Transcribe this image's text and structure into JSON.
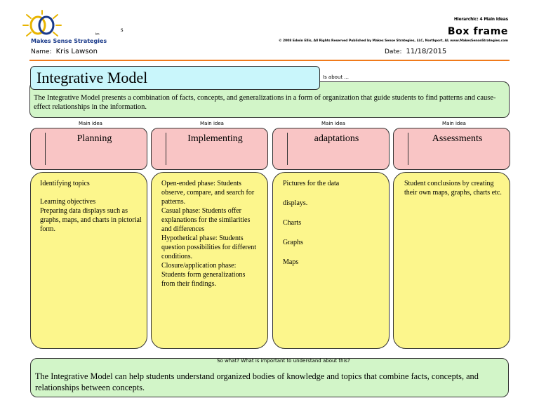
{
  "header": {
    "brand": "Makes Sense Strategies",
    "tm": "tm",
    "stray_mark": "s",
    "name_label": "Name:",
    "name_value": "Kris Lawson",
    "hierarchy": "Hierarchic: 4 Main Ideas",
    "frame_title": "Box frame",
    "copyright": "© 2008 Edwin Ellis, All Rights Reserved   Published by Makes Sense Strategies, LLC, Northport, AL   www.MakesSenseStrategies.com",
    "date_label": "Date:",
    "date_value": "11/18/2015"
  },
  "topic": {
    "title": "Integrative Model",
    "is_about_label": "Is about ...",
    "is_about_text": "The Integrative Model presents a combination of facts, concepts, and generalizations in a form of organization that guide students to find patterns and cause-effect relationships in the information."
  },
  "columns": [
    {
      "label": "Main idea",
      "heading": "Planning",
      "details": [
        "Identifying topics",
        "",
        "Learning objectives",
        "Preparing data displays such as graphs, maps, and charts in pictorial form."
      ]
    },
    {
      "label": "Main idea",
      "heading": "Implementing",
      "details": [
        "Open-ended phase: Students observe, compare, and search for patterns.",
        "Casual phase: Students offer explanations for the similarities and differences",
        "Hypothetical phase: Students question possibilities for different conditions.",
        "Closure/application phase: Students form generalizations from their findings."
      ]
    },
    {
      "label": "Main idea",
      "heading": "adaptations",
      "details": [
        "Pictures for the data",
        "displays.",
        "Charts",
        "Graphs",
        "Maps"
      ]
    },
    {
      "label": "Main idea",
      "heading": "Assessments",
      "details": [
        "Student conclusions by creating their own maps, graphs, charts etc."
      ]
    }
  ],
  "so_what": {
    "label": "So what? What is important to understand about this?",
    "text": "The Integrative Model can help students understand organized bodies of knowledge and topics that combine facts, concepts, and relationships between concepts."
  },
  "colors": {
    "orange_rule": "#f07a1a",
    "topic_fill": "#c9f6fb",
    "about_fill": "#d2f5c8",
    "heading_fill": "#f9c5c5",
    "detail_fill": "#fcf68c",
    "brand_blue": "#1a3a8a"
  }
}
